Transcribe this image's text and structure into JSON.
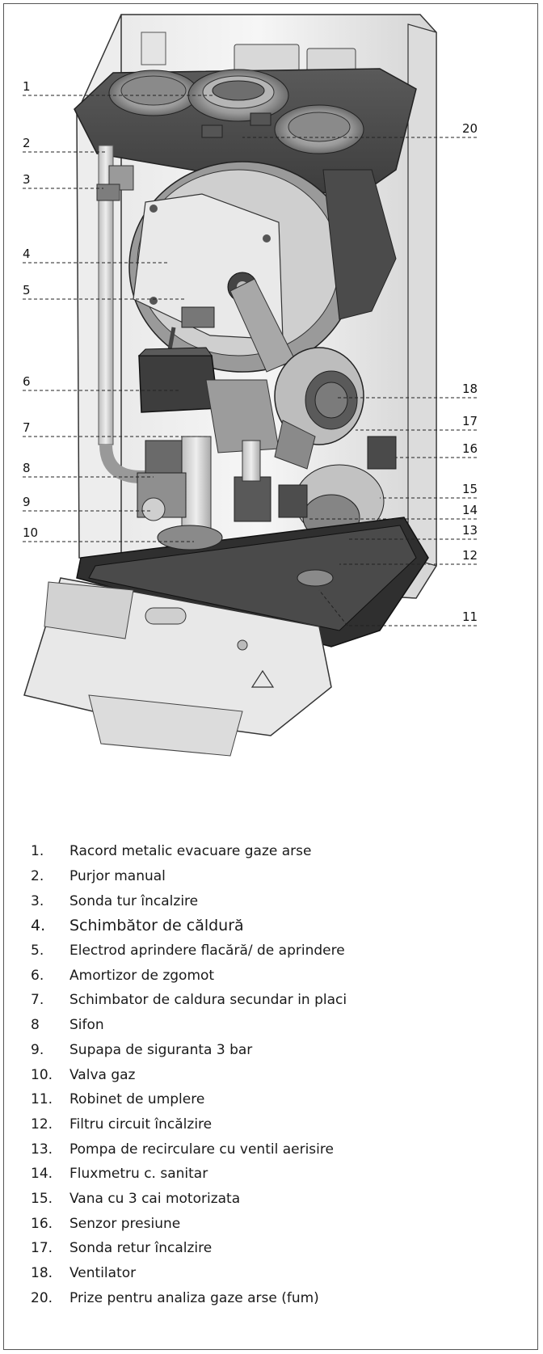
{
  "callouts": [
    "1",
    "2",
    "3",
    "4",
    "5",
    "6",
    "7",
    "8",
    "9",
    "10",
    "20",
    "18",
    "17",
    "16",
    "15",
    "14",
    "13",
    "12",
    "11"
  ],
  "legend": [
    {
      "num": "1.",
      "text": "Racord metalic evacuare gaze arse"
    },
    {
      "num": "2.",
      "text": "Purjor manual"
    },
    {
      "num": "3.",
      "text": "Sonda tur încalzire"
    },
    {
      "num": "4.",
      "text": "Schimbător de căldură"
    },
    {
      "num": "5.",
      "text": "Electrod aprindere flacără/ de aprindere"
    },
    {
      "num": "6.",
      "text": "Amortizor de zgomot"
    },
    {
      "num": "7.",
      "text": "Schimbator de caldura secundar in placi"
    },
    {
      "num": "8",
      "text": "Sifon"
    },
    {
      "num": "9.",
      "text": "Supapa de siguranta 3 bar"
    },
    {
      "num": "10.",
      "text": "Valva gaz"
    },
    {
      "num": "11.",
      "text": "Robinet de umplere"
    },
    {
      "num": "12.",
      "text": "Filtru circuit încălzire"
    },
    {
      "num": "13.",
      "text": "Pompa de recirculare cu ventil aerisire"
    },
    {
      "num": "14.",
      "text": "Fluxmetru c. sanitar"
    },
    {
      "num": "15.",
      "text": "Vana cu 3 cai motorizata"
    },
    {
      "num": "16.",
      "text": "Senzor presiune"
    },
    {
      "num": "17.",
      "text": "Sonda retur încalzire"
    },
    {
      "num": "18.",
      "text": "Ventilator"
    },
    {
      "num": "20.",
      "text": "Prize pentru analiza gaze arse (fum)"
    }
  ]
}
